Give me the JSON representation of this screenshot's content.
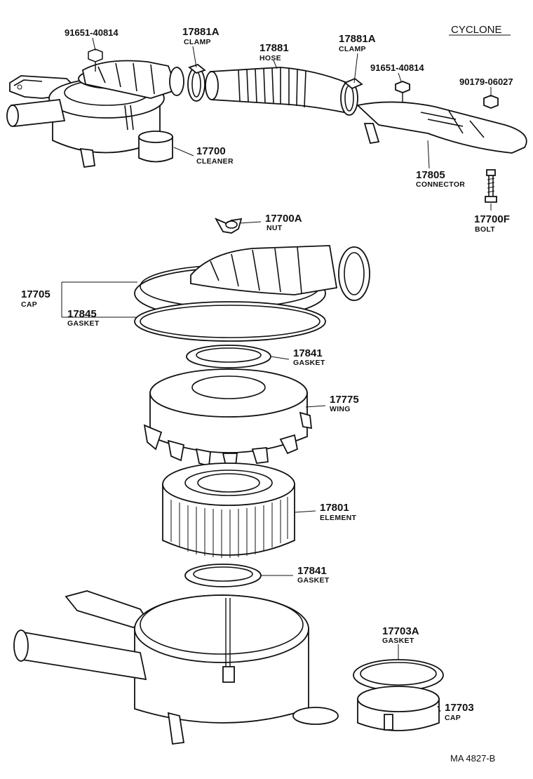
{
  "header": {
    "title": "CYCLONE"
  },
  "footer": {
    "code": "MA  4827-B"
  },
  "labels": [
    {
      "id": "bolt-top-left",
      "number": "91651-40814",
      "name": ""
    },
    {
      "id": "clamp-left",
      "number": "17881A",
      "name": "CLAMP"
    },
    {
      "id": "hose",
      "number": "17881",
      "name": "HOSE"
    },
    {
      "id": "clamp-right",
      "number": "17881A",
      "name": "CLAMP"
    },
    {
      "id": "bolt-top-right",
      "number": "91651-40814",
      "name": ""
    },
    {
      "id": "nut-top",
      "number": "90179-06027",
      "name": ""
    },
    {
      "id": "cleaner",
      "number": "17700",
      "name": "CLEANER"
    },
    {
      "id": "connector",
      "number": "17805",
      "name": "CONNECTOR"
    },
    {
      "id": "wing-nut",
      "number": "17700A",
      "name": "NUT"
    },
    {
      "id": "bolt",
      "number": "17700F",
      "name": "BOLT"
    },
    {
      "id": "cap-main",
      "number": "17705",
      "name": "CAP"
    },
    {
      "id": "gasket-cap",
      "number": "17845",
      "name": "GASKET"
    },
    {
      "id": "gasket-upper",
      "number": "17841",
      "name": "GASKET"
    },
    {
      "id": "wing",
      "number": "17775",
      "name": "WING"
    },
    {
      "id": "element",
      "number": "17801",
      "name": "ELEMENT"
    },
    {
      "id": "gasket-lower",
      "number": "17841",
      "name": "GASKET"
    },
    {
      "id": "gasket-dust",
      "number": "17703A",
      "name": "GASKET"
    },
    {
      "id": "cap-dust",
      "number": "17703",
      "name": "CAP"
    }
  ]
}
